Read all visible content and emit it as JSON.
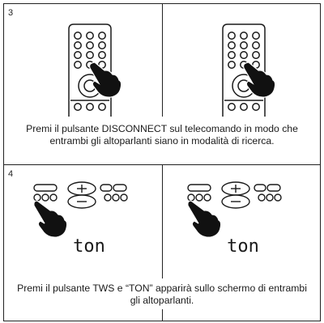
{
  "steps": [
    {
      "number": "3",
      "caption": "Premi il pulsante DISCONNECT sul telecomando in modo che entrambi gli altoparlanti siano in modalità di ricerca."
    },
    {
      "number": "4",
      "display_text": "ton",
      "caption": "Premi il pulsante TWS e “TON” apparirà sullo schermo di entrambi gli altoparlanti."
    }
  ]
}
